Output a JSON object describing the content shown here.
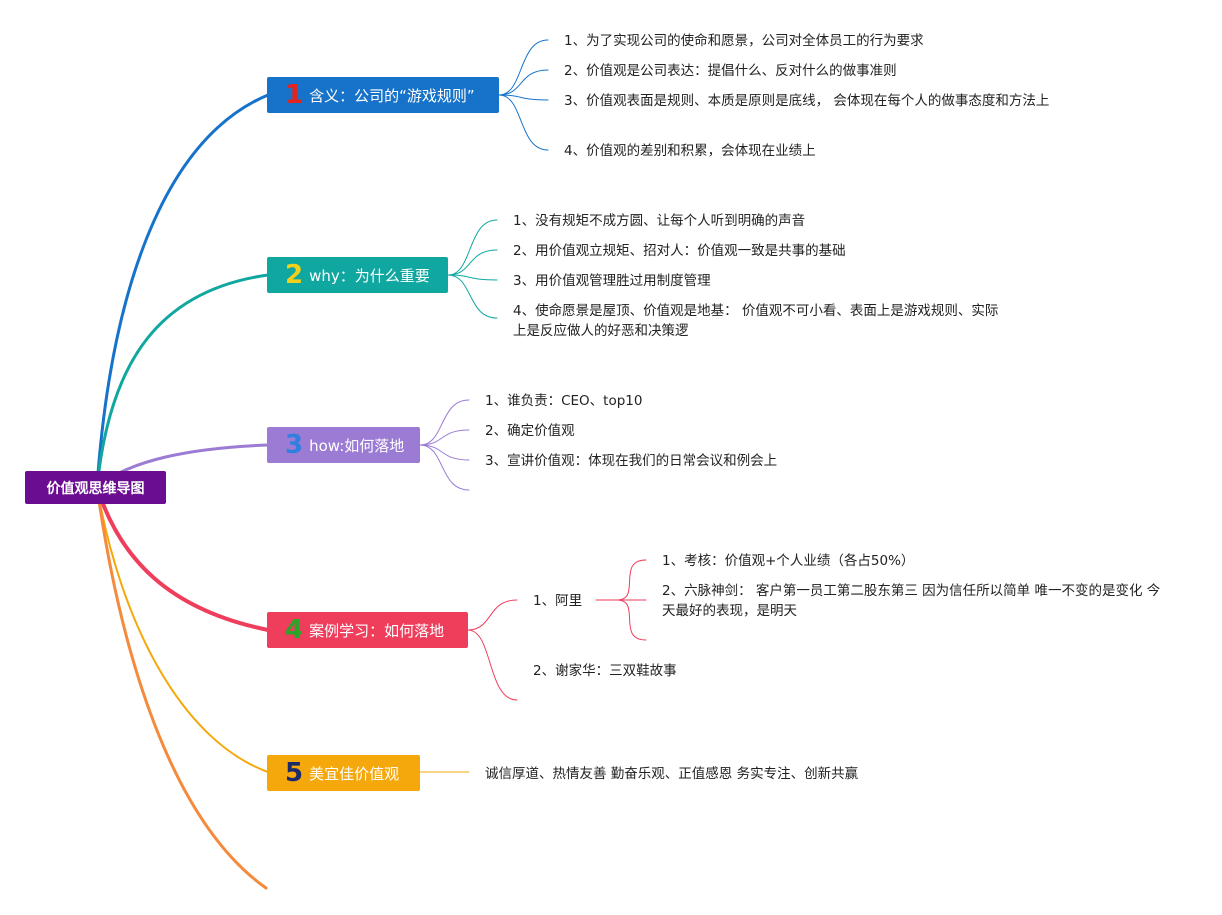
{
  "root": {
    "label": "价值观思维导图",
    "color": "#6a0d91"
  },
  "branches": [
    {
      "num": "1",
      "label": "含义：公司的“游戏规则”",
      "color": "#1673c9",
      "num_color": "#e2241f",
      "items": [
        "1、为了实现公司的使命和愿景，公司对全体员工的行为要求",
        "2、价值观是公司表达：提倡什么、反对什么的做事准则",
        "3、价值观表面是规则、本质是原则是底线， 会体现在每个人的做事态度和方法上",
        "4、价值观的差别和积累，会体现在业绩上"
      ]
    },
    {
      "num": "2",
      "label": "why：为什么重要",
      "color": "#0fa7a0",
      "num_color": "#f3d01a",
      "items": [
        "1、没有规矩不成方圆、让每个人听到明确的声音",
        "2、用价值观立规矩、招对人：价值观一致是共事的基础",
        "3、用价值观管理胜过用制度管理",
        "4、使命愿景是屋顶、价值观是地基： 价值观不可小看、表面上是游戏规则、实际上是反应做人的好恶和决策逻"
      ]
    },
    {
      "num": "3",
      "label": "how:如何落地",
      "color": "#9b7bd4",
      "num_color": "#2f7fe0",
      "items": [
        "1、谁负责：CEO、top10",
        "2、确定价值观",
        "3、宣讲价值观：体现在我们的日常会议和例会上"
      ]
    },
    {
      "num": "4",
      "label": "案例学习：如何落地",
      "color": "#ef3d5c",
      "num_color": "#2aa52a",
      "items": [
        "1、阿里",
        "2、谢家华：三双鞋故事"
      ],
      "sub_items": [
        "1、考核：价值观+个人业绩（各占50%）",
        "2、六脉神剑： 客户第一员工第二股东第三 因为信任所以简单 唯一不变的是变化 今天最好的表现，是明天"
      ]
    },
    {
      "num": "5",
      "label": "美宜佳价值观",
      "color": "#f5a80b",
      "num_color": "#1b2a6b",
      "items": [
        "诚信厚道、热情友善 勤奋乐观、正值感恩 务实专注、创新共赢"
      ]
    }
  ],
  "extra_branch_color": "#f58a3c"
}
